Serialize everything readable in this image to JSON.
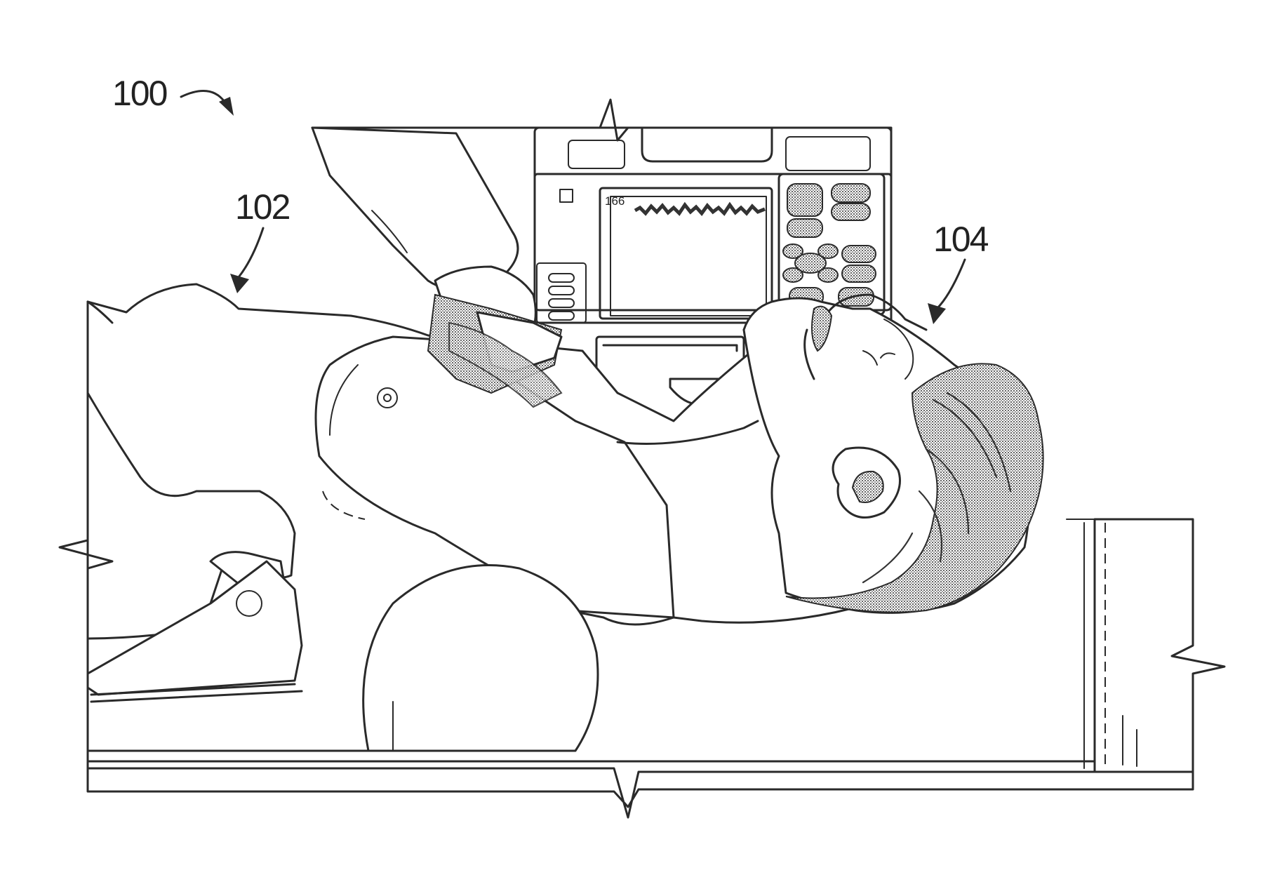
{
  "figure": {
    "labels": {
      "system": "100",
      "rescuer": "102",
      "patient": "104",
      "screen": "166"
    },
    "icons": [
      "arrow-icon"
    ]
  }
}
